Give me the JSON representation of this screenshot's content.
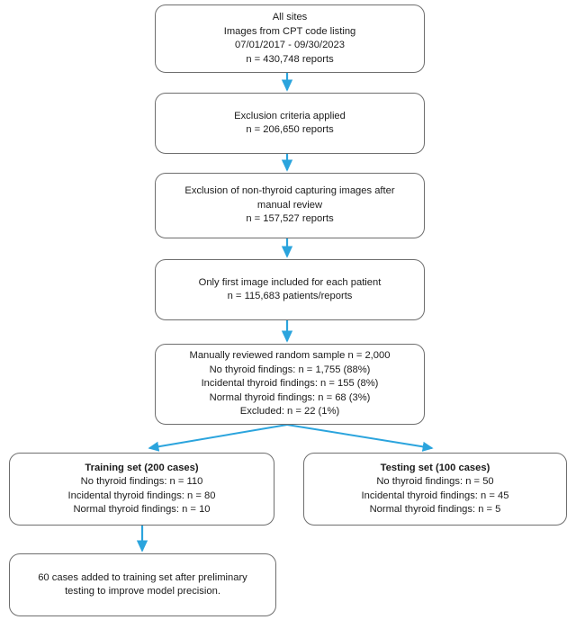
{
  "chart_data": {
    "type": "diagram",
    "title": "Study cohort selection flowchart",
    "accent_color": "#2ba4dd",
    "box_border_color": "#6e6e6e",
    "nodes": [
      {
        "id": "all-sites",
        "lines": [
          "All sites",
          "Images from CPT code listing",
          "07/01/2017 - 09/30/2023",
          "n = 430,748 reports"
        ]
      },
      {
        "id": "exclusion-criteria",
        "lines": [
          "Exclusion criteria applied",
          "n = 206,650 reports"
        ]
      },
      {
        "id": "non-thyroid-exclusion",
        "lines": [
          "Exclusion of non-thyroid capturing images after",
          "manual review",
          "n = 157,527 reports"
        ]
      },
      {
        "id": "first-image",
        "lines": [
          "Only first image included for each patient",
          "n = 115,683 patients/reports"
        ]
      },
      {
        "id": "manual-sample",
        "lines": [
          "Manually reviewed random sample n = 2,000",
          "No thyroid findings: n = 1,755 (88%)",
          "Incidental thyroid findings: n = 155 (8%)",
          "Normal thyroid findings: n = 68 (3%)",
          "Excluded: n = 22 (1%)"
        ]
      },
      {
        "id": "training-set",
        "lines": [
          "Training set (200 cases)",
          "No thyroid findings: n = 110",
          "Incidental thyroid findings: n = 80",
          "Normal thyroid findings: n = 10"
        ]
      },
      {
        "id": "testing-set",
        "lines": [
          "Testing set (100 cases)",
          "No thyroid findings: n = 50",
          "Incidental thyroid findings: n = 45",
          "Normal thyroid findings: n = 5"
        ]
      },
      {
        "id": "cases-added",
        "lines": [
          "60 cases added to training set after preliminary",
          "testing to improve model precision."
        ]
      }
    ],
    "edges": [
      {
        "from": "all-sites",
        "to": "exclusion-criteria",
        "style": "straight-down"
      },
      {
        "from": "exclusion-criteria",
        "to": "non-thyroid-exclusion",
        "style": "straight-down"
      },
      {
        "from": "non-thyroid-exclusion",
        "to": "first-image",
        "style": "straight-down"
      },
      {
        "from": "first-image",
        "to": "manual-sample",
        "style": "straight-down"
      },
      {
        "from": "manual-sample",
        "to": "training-set",
        "style": "diagonal-left"
      },
      {
        "from": "manual-sample",
        "to": "testing-set",
        "style": "diagonal-right"
      },
      {
        "from": "training-set",
        "to": "cases-added",
        "style": "straight-down"
      }
    ]
  },
  "flow": {
    "all_sites": {
      "line1": "All sites",
      "line2": "Images from CPT code listing",
      "line3": "07/01/2017 - 09/30/2023",
      "line4": "n = 430,748 reports"
    },
    "exclusion_criteria": {
      "line1": "Exclusion criteria applied",
      "line2": "n = 206,650 reports"
    },
    "non_thyroid_exclusion": {
      "line1": "Exclusion of non-thyroid capturing images after",
      "line2": "manual review",
      "line3": "n = 157,527 reports"
    },
    "first_image": {
      "line1": "Only first image included for each patient",
      "line2": "n = 115,683 patients/reports"
    },
    "manual_sample": {
      "line1": "Manually reviewed random sample n = 2,000",
      "line2": "No thyroid findings: n = 1,755 (88%)",
      "line3": "Incidental thyroid findings: n = 155 (8%)",
      "line4": "Normal thyroid findings: n = 68 (3%)",
      "line5": "Excluded: n = 22 (1%)"
    },
    "training_set": {
      "line1": "Training set (200 cases)",
      "line2": "No thyroid findings: n = 110",
      "line3": "Incidental thyroid findings: n = 80",
      "line4": "Normal thyroid findings: n = 10"
    },
    "testing_set": {
      "line1": "Testing set (100 cases)",
      "line2": "No thyroid findings: n = 50",
      "line3": "Incidental thyroid findings: n = 45",
      "line4": "Normal thyroid findings: n = 5"
    },
    "cases_added": {
      "line1": "60 cases added to training set after preliminary",
      "line2": "testing to improve model precision."
    }
  }
}
